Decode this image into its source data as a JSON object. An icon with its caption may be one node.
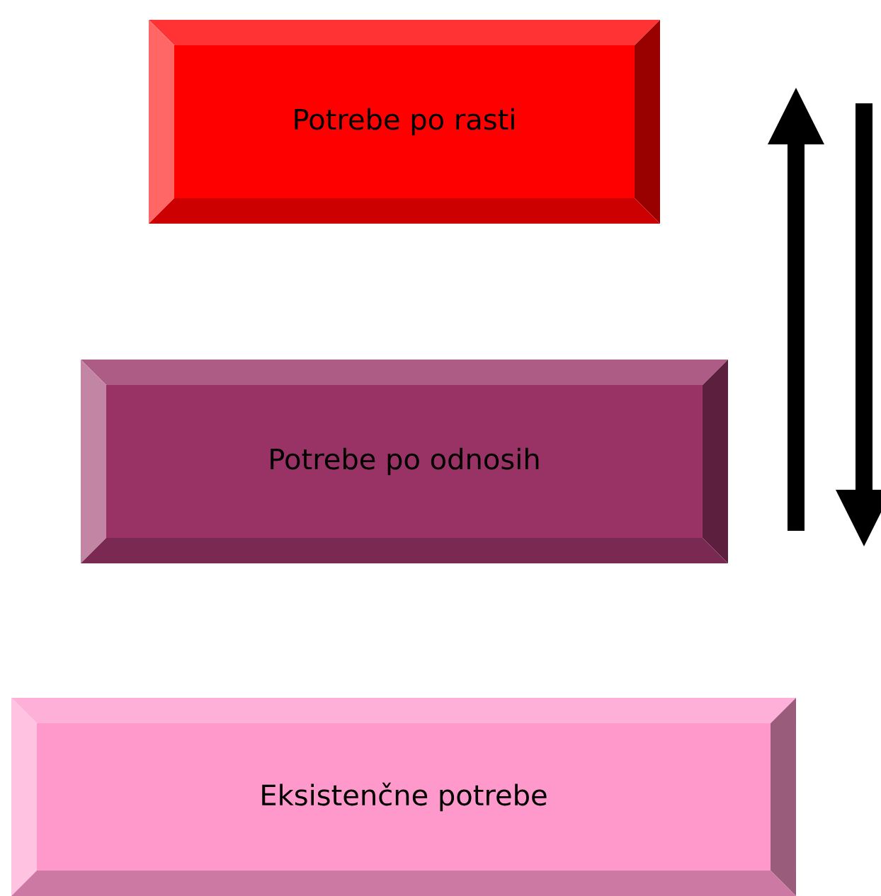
{
  "diagram": {
    "nodes": [
      {
        "text": [
          "Potrebe po rasti"
        ]
      },
      {
        "text": [
          "Potrebe po odnosih"
        ]
      },
      {
        "text": [
          "Eksistenčne potrebe"
        ]
      }
    ]
  }
}
